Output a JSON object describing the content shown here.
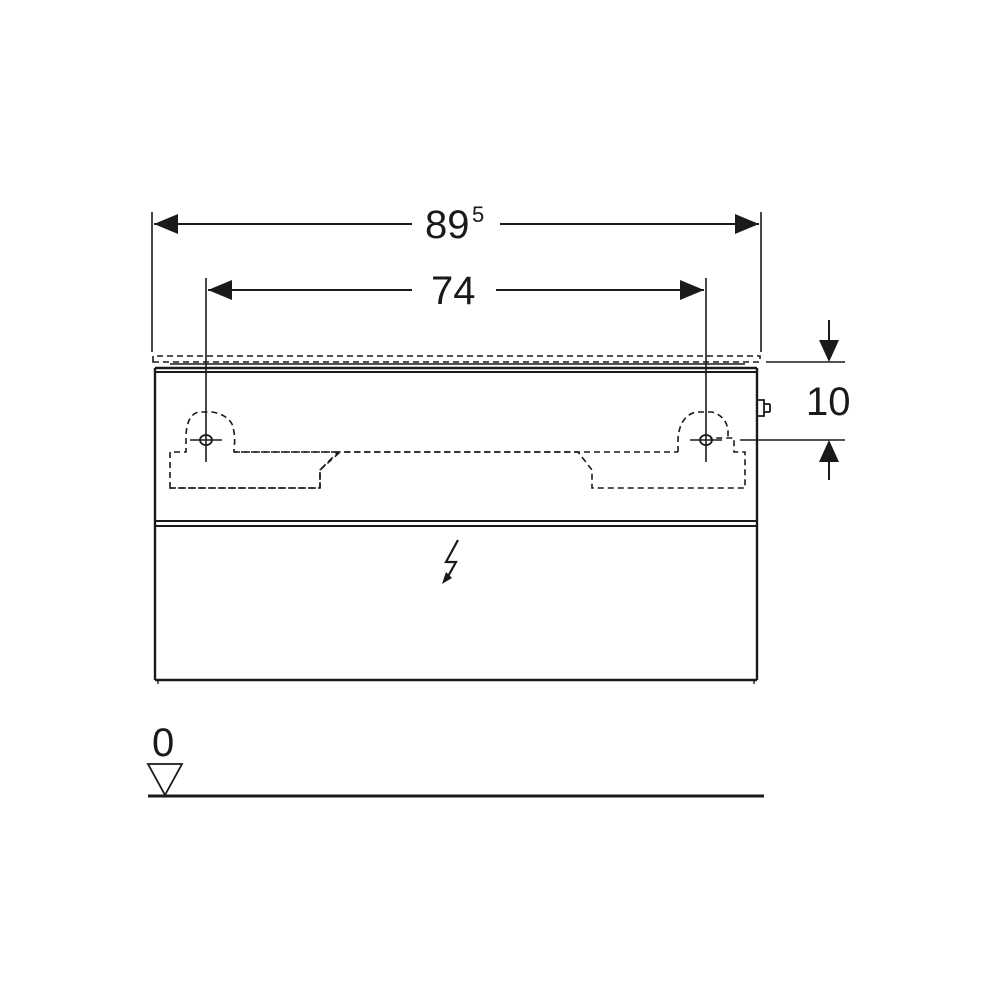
{
  "dimensions": {
    "overall_width": {
      "main": "89",
      "sup": "5"
    },
    "hole_spacing": "74",
    "hole_height": "10",
    "floor_level": "0"
  },
  "icons": {
    "electrical_symbol": "lightning-bolt-icon",
    "level_marker": "floor-level-triangle-icon"
  }
}
